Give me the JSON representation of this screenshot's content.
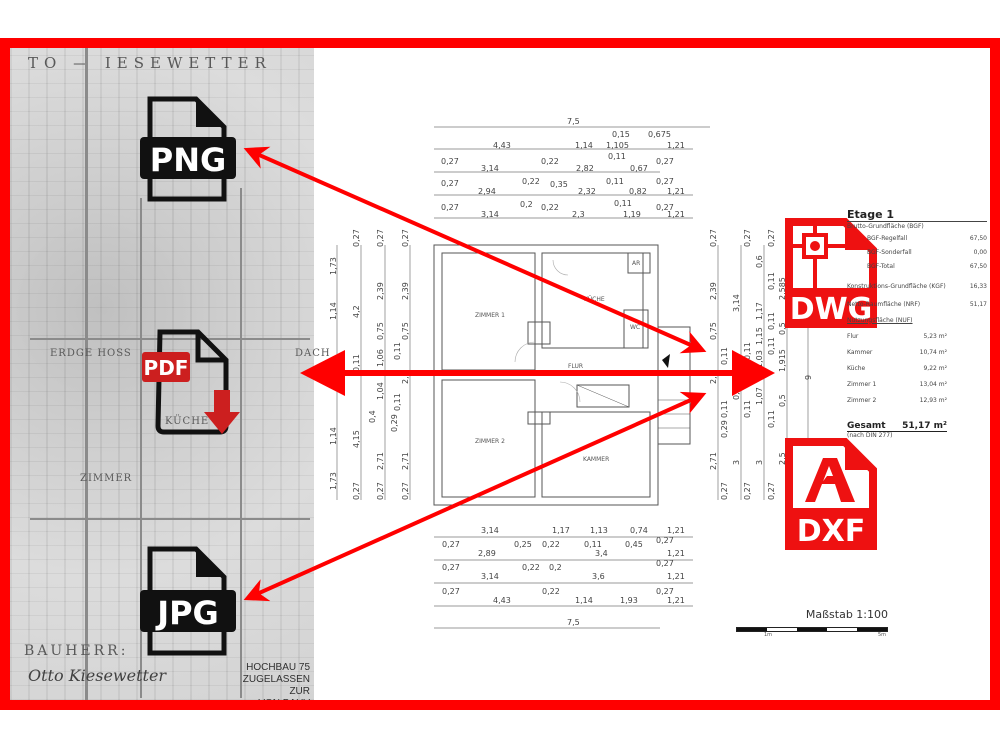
{
  "scan": {
    "header_text": "TO — IESEWETTER",
    "labels": [
      "ERDGE HOSS",
      "KÜCHE",
      "ZIMMER",
      "DACH"
    ],
    "owner_label": "BAUHERR:",
    "signature": "Otto Kiesewetter",
    "stamp_lines": [
      "HOCHBAU 75",
      "ZUGELASSEN ZUR",
      "VON BAUV"
    ]
  },
  "file_icons": {
    "png": {
      "label": "PNG",
      "icon": "file-png-icon"
    },
    "pdf": {
      "label": "PDF",
      "icon": "file-pdf-download-icon"
    },
    "jpg": {
      "label": "JPG",
      "icon": "file-jpg-icon"
    },
    "dwg": {
      "label": "DWG",
      "icon": "file-dwg-icon"
    },
    "dxf": {
      "label": "DXF",
      "icon": "file-dxf-acrobat-icon"
    }
  },
  "colors": {
    "accent": "#ff0000",
    "border": "#ff0000",
    "line": "#555555",
    "icon_dark": "#111111"
  },
  "floorplan": {
    "rooms": [
      "ZIMMER 1",
      "KÜCHE",
      "AR",
      "WC",
      "FLUR",
      "ZIMMER 2",
      "KAMMER"
    ],
    "top_dims": {
      "overall": "7,5",
      "row1": [
        "4,43",
        "1,14",
        "1,105",
        "1,21"
      ],
      "row1_small": [
        "0,15",
        "0,675"
      ],
      "row2": [
        "3,14",
        "2,82",
        "0,67"
      ],
      "row2_small": [
        "0,27",
        "0,22",
        "0,11",
        "0,27"
      ],
      "row3": [
        "2,94",
        "2,32",
        "0,82",
        "1,21"
      ],
      "row3_small": [
        "0,27",
        "0,22",
        "0,35",
        "0,11",
        "0,27",
        "0,2"
      ],
      "row4": [
        "3,14",
        "2,3",
        "1,19",
        "1,21"
      ],
      "row4_small": [
        "0,27",
        "0,22",
        "0,11",
        "0,27"
      ]
    },
    "bottom_dims": {
      "row1": [
        "3,14",
        "1,17",
        "1,13",
        "0,74",
        "1,21"
      ],
      "row1_small": [
        "0,27",
        "0,22",
        "0,11",
        "0,45",
        "0,27"
      ],
      "row2": [
        "2,89",
        "3,4",
        "1,21"
      ],
      "row2_small": [
        "0,27",
        "0,25",
        "0,22",
        "0,2",
        "0,27"
      ],
      "row3": [
        "3,14",
        "3,6",
        "1,21"
      ],
      "row3_small": [
        "0,27",
        "0,22",
        "0,27"
      ],
      "row4": [
        "4,43",
        "1,14",
        "1,93",
        "1,21"
      ],
      "overall": "7,5"
    },
    "left_dims": {
      "col1": [
        "1,73",
        "1,14",
        "1,14",
        "1,73"
      ],
      "col2": [
        "0,27",
        "4,2",
        "0,11",
        "4,15",
        "0,27"
      ],
      "col3": [
        "0,27",
        "2,39",
        "0,75",
        "1,06",
        "1,04",
        "0,4",
        "0,29",
        "2,71",
        "0,27"
      ],
      "col4": [
        "0,27",
        "2,39",
        "0,75",
        "0,11",
        "2,",
        "0,11",
        "2,71",
        "0,27"
      ]
    },
    "right_dims": {
      "col1": [
        "0,27",
        "2,39",
        "0,75",
        "0,11",
        "2,",
        "0,11",
        "0,29",
        "2,71",
        "0,27"
      ],
      "col2": [
        "0,27",
        "3,14",
        "0,11",
        "0,75",
        "0,11",
        "3",
        "0,27"
      ],
      "col3": [
        "0,27",
        "0,6",
        "0,11",
        "1,17",
        "0,11",
        "1,15",
        "0,11",
        "1,03",
        "1,07",
        "0,11",
        "3",
        "0,27"
      ],
      "col4": [
        "2,585",
        "0,5",
        "1,915",
        "0,5",
        "2,5"
      ],
      "col5": [
        "9"
      ]
    }
  },
  "area_table": {
    "title": "Etage 1",
    "bgf_heading": "Brutto-Grundfläche (BGF)",
    "bgf_rows": [
      {
        "label": "BGF-Regelfall",
        "value": "67,50"
      },
      {
        "label": "BGF-Sonderfall",
        "value": "0,00"
      },
      {
        "label": "BGF-Total",
        "value": "67,50"
      }
    ],
    "kgf": {
      "label": "Konstruktions-Grundfläche (KGF)",
      "value": "16,33"
    },
    "nrf": {
      "label": "Netto-Raumfläche (NRF)",
      "value": "51,17"
    },
    "nuf_heading": "Nutzungsfläche (NUF)",
    "nuf_rows": [
      {
        "label": "Flur",
        "value": "5,23 m²"
      },
      {
        "label": "Kammer",
        "value": "10,74 m²"
      },
      {
        "label": "Küche",
        "value": "9,22 m²"
      },
      {
        "label": "Zimmer 1",
        "value": "13,04 m²"
      },
      {
        "label": "Zimmer 2",
        "value": "12,93 m²"
      }
    ],
    "total_label": "Gesamt",
    "total_value": "51,17 m²",
    "total_note": "(nach DIN 277)"
  },
  "scale": {
    "label": "Maßstab 1:100",
    "tick_start": "1m",
    "tick_end": "5m"
  }
}
